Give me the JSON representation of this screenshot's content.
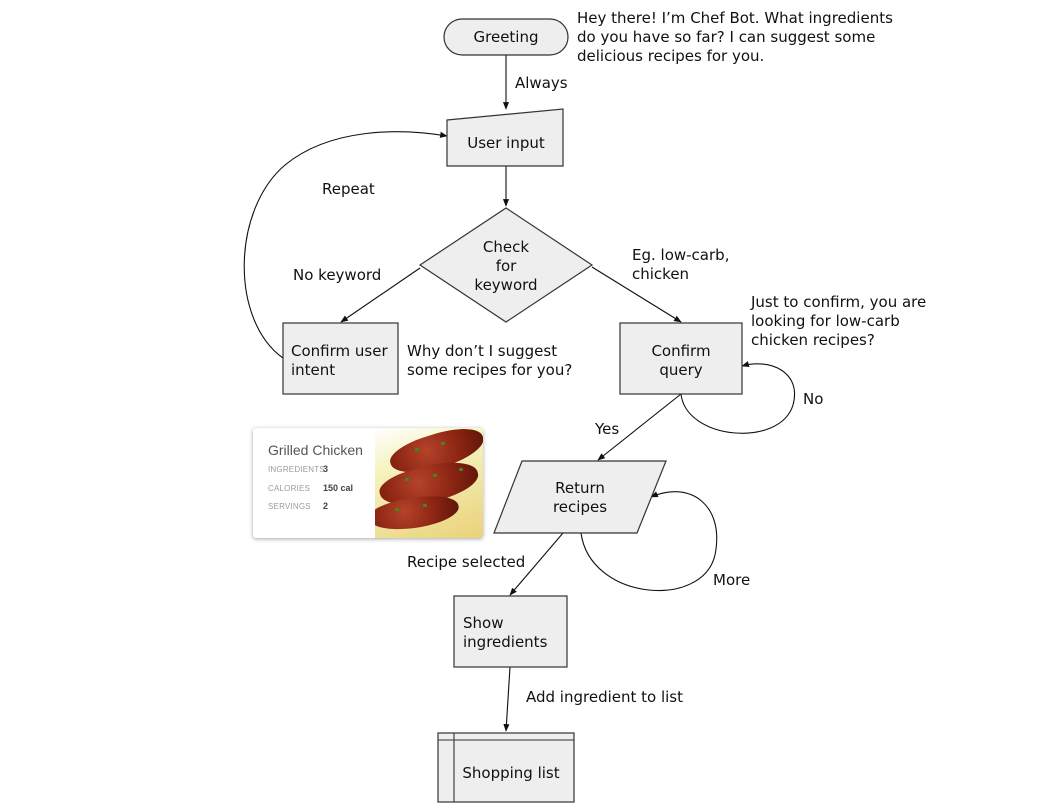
{
  "nodes": {
    "greeting": "Greeting",
    "user_input": "User input",
    "check_keyword": [
      "Check",
      "for",
      "keyword"
    ],
    "confirm_intent": [
      "Confirm user",
      "intent"
    ],
    "confirm_query": [
      "Confirm",
      "query"
    ],
    "return_recipes": [
      "Return",
      "recipes"
    ],
    "show_ingredients": [
      "Show",
      "ingredients"
    ],
    "shopping_list": "Shopping list"
  },
  "edges": {
    "always": "Always",
    "repeat": "Repeat",
    "no_keyword": "No keyword",
    "example": [
      "Eg. low-carb,",
      "chicken"
    ],
    "no": "No",
    "yes": "Yes",
    "more": "More",
    "recipe_selected": "Recipe selected",
    "add_ingredient": "Add ingredient to list"
  },
  "notes": {
    "greeting_message": [
      "Hey there! I’m Chef Bot. What ingredients",
      "do you have so far? I can suggest some",
      "delicious recipes for you."
    ],
    "suggest_message": [
      "Why don’t I suggest",
      "some recipes for you?"
    ],
    "confirm_message": [
      "Just to confirm, you are",
      "looking for low-carb",
      "chicken recipes?"
    ]
  },
  "card": {
    "title": "Grilled Chicken",
    "rows": [
      {
        "label": "INGREDIENTS",
        "value": "3"
      },
      {
        "label": "CALORIES",
        "value": "150 cal"
      },
      {
        "label": "SERVINGS",
        "value": "2"
      }
    ]
  }
}
